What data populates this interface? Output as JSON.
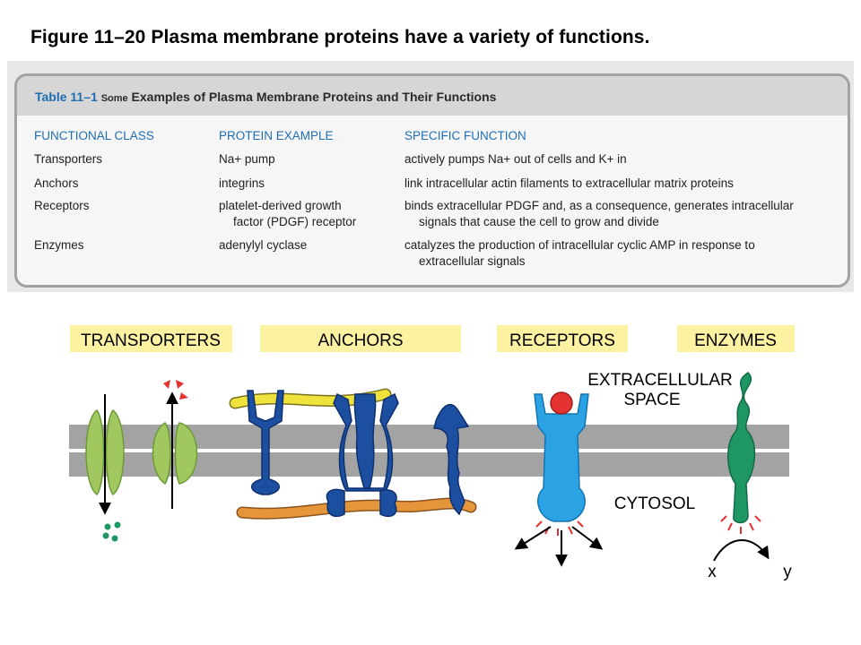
{
  "figure_title": "Figure 11–20 Plasma membrane proteins have a variety of functions.",
  "table": {
    "number": "Table 11–1",
    "title_prefix": "Some",
    "title_rest": "Examples of Plasma Membrane Proteins and Their Functions",
    "headers": [
      "FUNCTIONAL CLASS",
      "PROTEIN EXAMPLE",
      "SPECIFIC FUNCTION"
    ],
    "rows": [
      {
        "class": "Transporters",
        "example": [
          "Na+ pump"
        ],
        "function": [
          "actively pumps Na+ out of cells and K+ in"
        ]
      },
      {
        "class": "Anchors",
        "example": [
          "integrins"
        ],
        "function": [
          "link intracellular actin filaments to extracellular matrix proteins"
        ]
      },
      {
        "class": "Receptors",
        "example": [
          "platelet-derived growth",
          "factor (PDGF) receptor"
        ],
        "function": [
          "binds extracellular PDGF and, as a consequence, generates intracellular",
          "signals that cause the cell to grow and divide"
        ]
      },
      {
        "class": "Enzymes",
        "example": [
          "adenylyl cyclase"
        ],
        "function": [
          "catalyzes the production of intracellular cyclic AMP in response to",
          "extracellular signals"
        ]
      }
    ]
  },
  "diagram": {
    "categories": [
      "TRANSPORTERS",
      "ANCHORS",
      "RECEPTORS",
      "ENZYMES"
    ],
    "extracellular": [
      "EXTRACELLULAR",
      "SPACE"
    ],
    "cytosol": "CYTOSOL",
    "substrate": "x",
    "product": "y"
  },
  "colors": {
    "label_bg": "#fcf2a2",
    "membrane": "#a3a3a3",
    "transporter": "#a0c85e",
    "anchor": "#1d4fa1",
    "actin": "#efe23c",
    "matrix": "#e6963a",
    "receptor": "#2aa2e3",
    "ligand": "#e53333",
    "enzyme": "#1f9764",
    "table_blue": "#1f6db2"
  }
}
